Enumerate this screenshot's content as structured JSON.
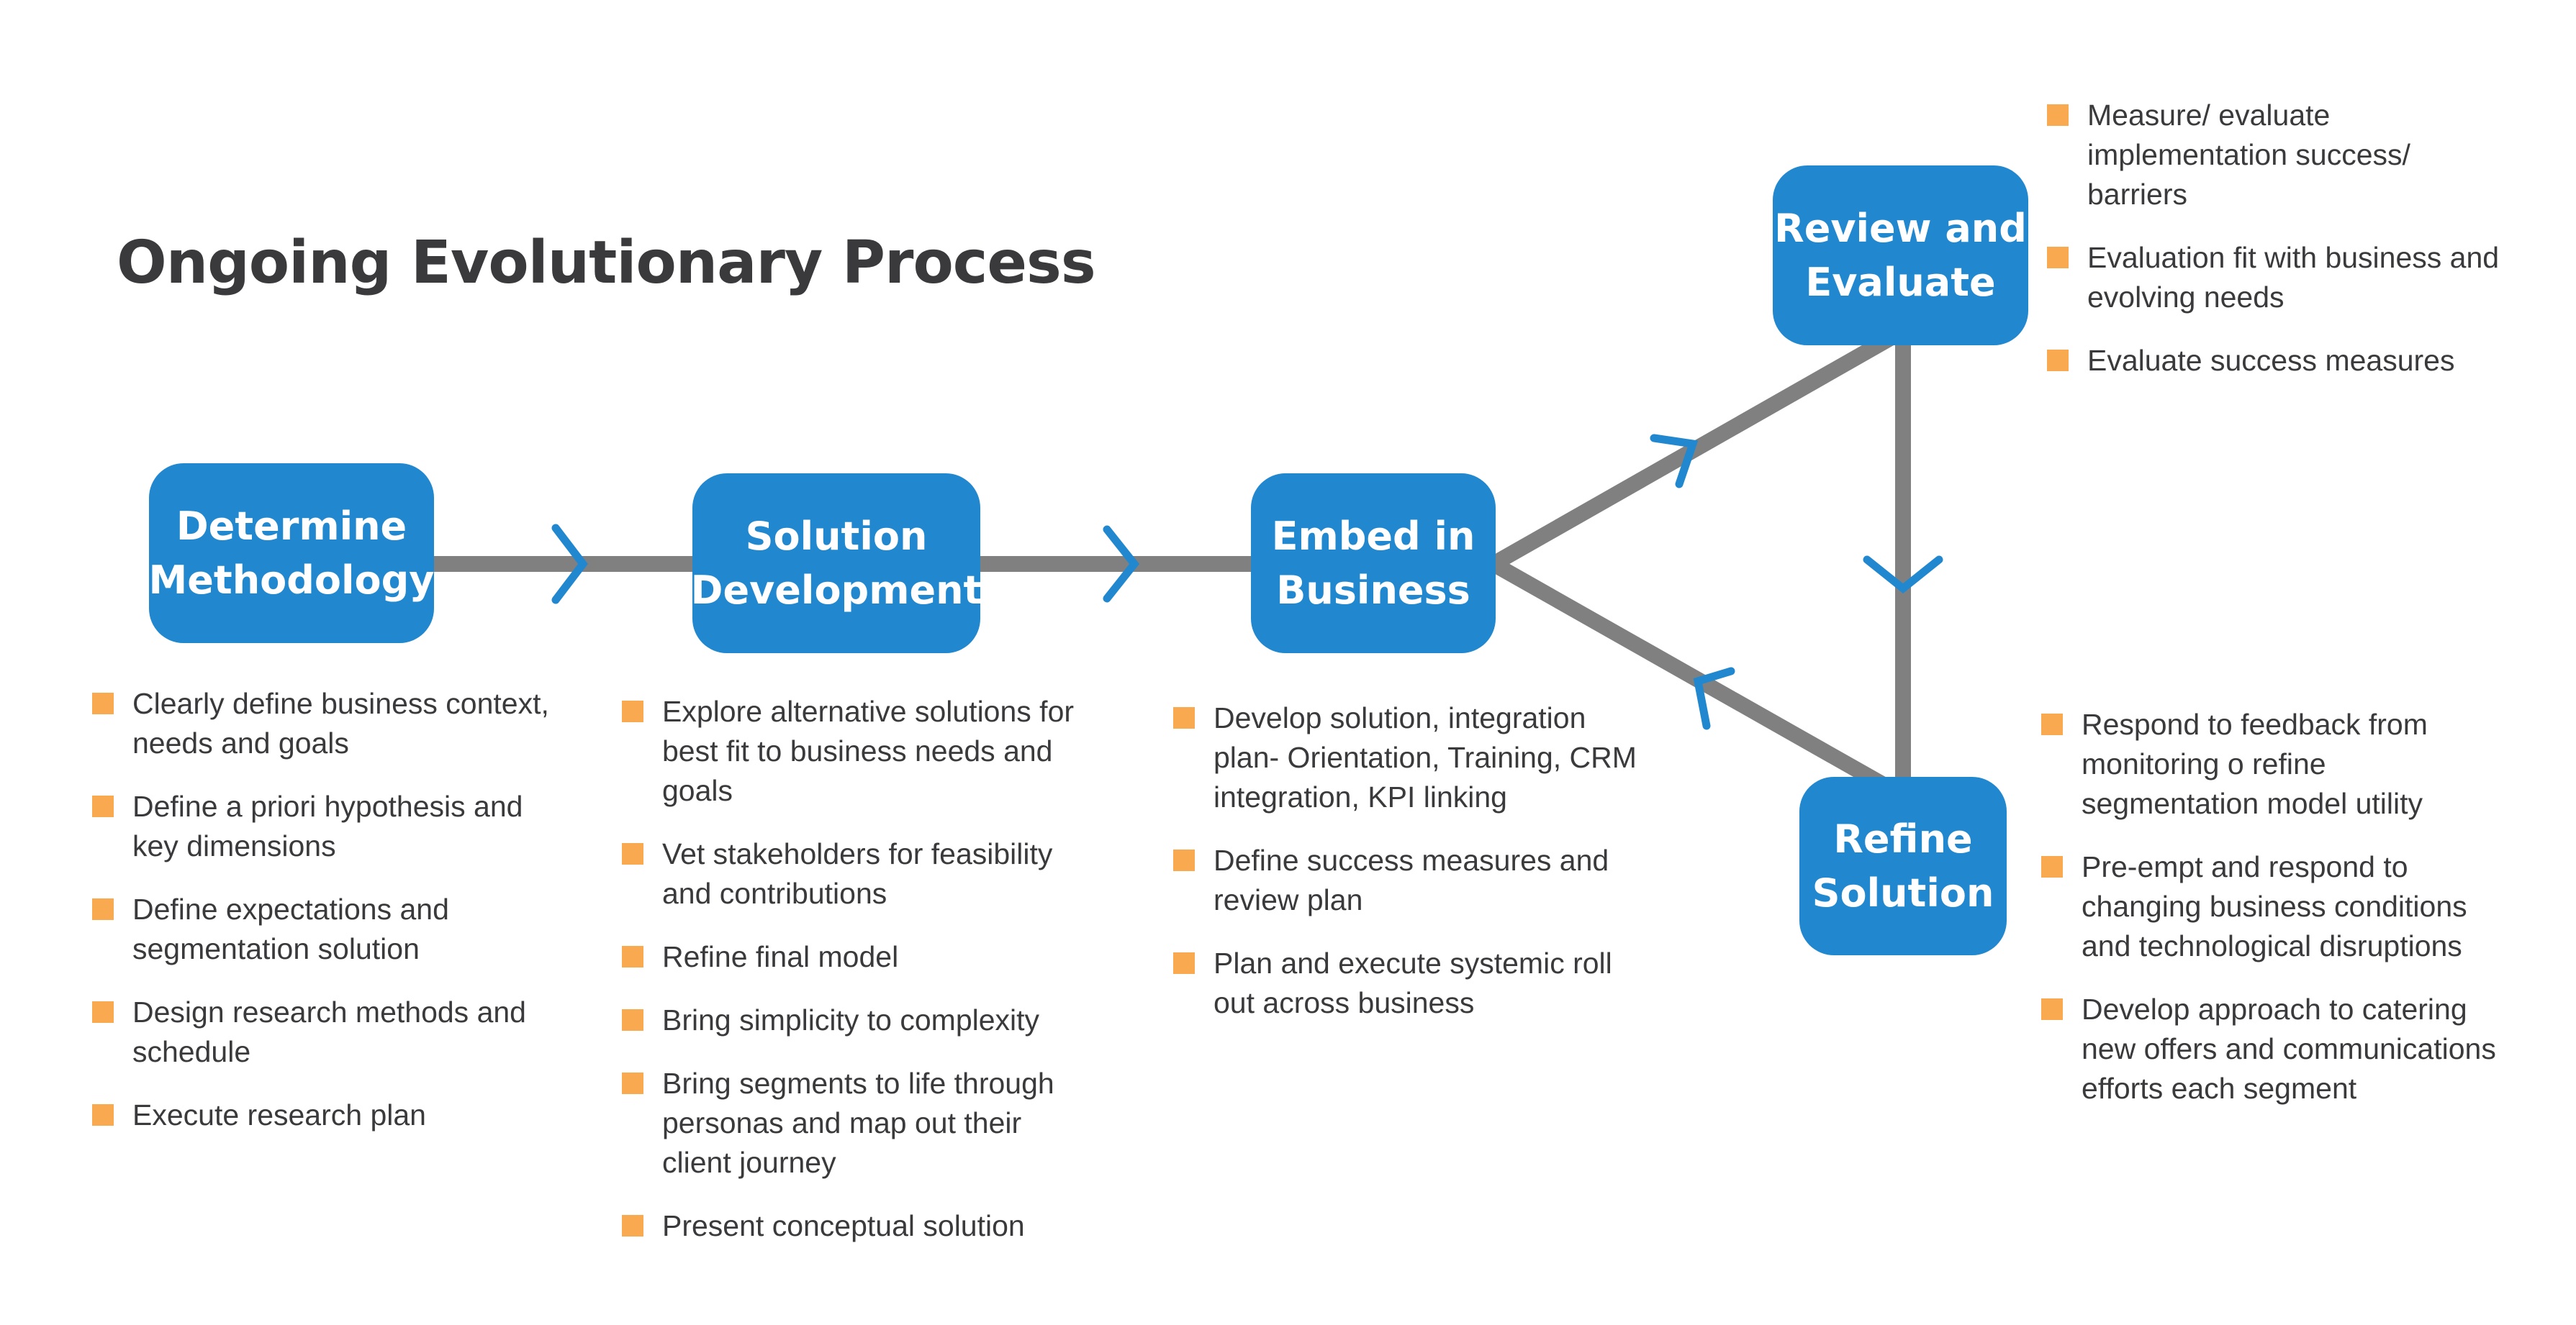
{
  "title": "Ongoing Evolutionary Process",
  "colors": {
    "node_fill": "#2188cf",
    "connector": "#808080",
    "arrow": "#2188cf",
    "bullet": "#f9a94f",
    "text": "#3a3a3c"
  },
  "nodes": {
    "determine": {
      "label": "Determine\nMethodology"
    },
    "solution": {
      "label": "Solution\nDevelopment"
    },
    "embed": {
      "label": "Embed in\nBusiness"
    },
    "review": {
      "label": "Review and\nEvaluate"
    },
    "refine": {
      "label": "Refine\nSolution"
    }
  },
  "lists": {
    "determine": [
      "Clearly define business context, needs and goals",
      "Define a priori hypothesis and key dimensions",
      "Define expectations and segmentation solution",
      "Design research methods and schedule",
      "Execute research plan"
    ],
    "solution": [
      "Explore alternative solutions for best fit to business needs and goals",
      "Vet stakeholders for feasibility and contributions",
      "Refine final model",
      "Bring simplicity to complexity",
      "Bring segments to life through personas and map out their client journey",
      "Present conceptual solution"
    ],
    "embed": [
      "Develop solution, integration plan- Orientation, Training, CRM integration, KPI linking",
      "Define success measures and review plan",
      "Plan and execute systemic roll out across business"
    ],
    "review": [
      "Measure/ evaluate implementation success/ barriers",
      "Evaluation fit with business and evolving needs",
      "Evaluate success measures"
    ],
    "refine": [
      "Respond to feedback from monitoring o refine segmentation model utility",
      "Pre-empt and respond to changing business conditions and technological disruptions",
      "Develop approach to catering new offers and communications efforts each segment"
    ]
  },
  "flow": [
    [
      "determine",
      "solution"
    ],
    [
      "solution",
      "embed"
    ],
    [
      "embed",
      "review"
    ],
    [
      "review",
      "refine"
    ],
    [
      "refine",
      "embed"
    ]
  ]
}
